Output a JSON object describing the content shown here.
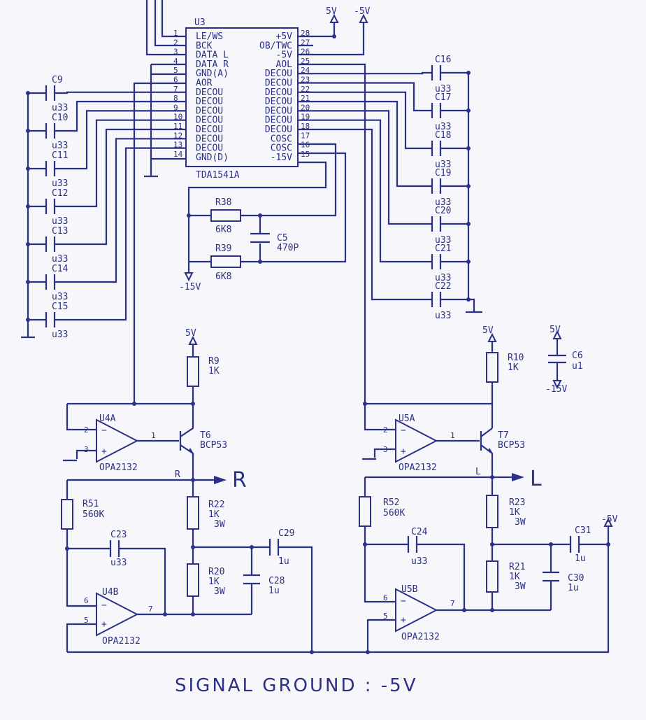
{
  "ic_u3": {
    "ref": "U3",
    "part": "TDA1541A",
    "left_pins": [
      {
        "num": "1",
        "name": "LE/WS"
      },
      {
        "num": "2",
        "name": "BCK"
      },
      {
        "num": "3",
        "name": "DATA L"
      },
      {
        "num": "4",
        "name": "DATA R"
      },
      {
        "num": "5",
        "name": "GND(A)"
      },
      {
        "num": "6",
        "name": "AOR"
      },
      {
        "num": "7",
        "name": "DECOU"
      },
      {
        "num": "8",
        "name": "DECOU"
      },
      {
        "num": "9",
        "name": "DECOU"
      },
      {
        "num": "10",
        "name": "DECOU"
      },
      {
        "num": "11",
        "name": "DECOU"
      },
      {
        "num": "12",
        "name": "DECOU"
      },
      {
        "num": "13",
        "name": "DECOU"
      },
      {
        "num": "14",
        "name": "GND(D)"
      }
    ],
    "right_pins": [
      {
        "num": "28",
        "name": "+5V"
      },
      {
        "num": "27",
        "name": "OB/TWC"
      },
      {
        "num": "26",
        "name": "-5V"
      },
      {
        "num": "25",
        "name": "AOL"
      },
      {
        "num": "24",
        "name": "DECOU"
      },
      {
        "num": "23",
        "name": "DECOU"
      },
      {
        "num": "22",
        "name": "DECOU"
      },
      {
        "num": "21",
        "name": "DECOU"
      },
      {
        "num": "20",
        "name": "DECOU"
      },
      {
        "num": "19",
        "name": "DECOU"
      },
      {
        "num": "18",
        "name": "DECOU"
      },
      {
        "num": "17",
        "name": "COSC"
      },
      {
        "num": "16",
        "name": "COSC"
      },
      {
        "num": "15",
        "name": "-15V"
      }
    ]
  },
  "caps_left": [
    {
      "ref": "C9",
      "value": "u33"
    },
    {
      "ref": "C10",
      "value": "u33"
    },
    {
      "ref": "C11",
      "value": "u33"
    },
    {
      "ref": "C12",
      "value": "u33"
    },
    {
      "ref": "C13",
      "value": "u33"
    },
    {
      "ref": "C14",
      "value": "u33"
    },
    {
      "ref": "C15",
      "value": "u33"
    }
  ],
  "caps_right": [
    {
      "ref": "C16",
      "value": "u33"
    },
    {
      "ref": "C17",
      "value": "u33"
    },
    {
      "ref": "C18",
      "value": "u33"
    },
    {
      "ref": "C19",
      "value": "u33"
    },
    {
      "ref": "C20",
      "value": "u33"
    },
    {
      "ref": "C21",
      "value": "u33"
    },
    {
      "ref": "C22",
      "value": "u33"
    }
  ],
  "osc": {
    "r38": {
      "ref": "R38",
      "value": "6K8"
    },
    "r39": {
      "ref": "R39",
      "value": "6K8"
    },
    "c5": {
      "ref": "C5",
      "value": "470P"
    },
    "supply": "-15V"
  },
  "decoupling": {
    "ref": "C6",
    "value": "u1",
    "top": "5V",
    "bottom": "-15V"
  },
  "supplies": {
    "p5": "5V",
    "m5": "-5V",
    "p5_ic": "5V"
  },
  "left_channel_out": {
    "u4a": {
      "ref": "U4A",
      "part": "OPA2132",
      "pin_minus": "2",
      "pin_plus": "3",
      "pin_out": "1"
    },
    "t6": {
      "ref": "T6",
      "part": "BCP53"
    },
    "r9": {
      "ref": "R9",
      "value": "1K"
    },
    "r22": {
      "ref": "R22",
      "value": "1K",
      "power": "3W"
    },
    "r20": {
      "ref": "R20",
      "value": "1K",
      "power": "3W"
    },
    "r51": {
      "ref": "R51",
      "value": "560K"
    },
    "c23": {
      "ref": "C23",
      "value": "u33"
    },
    "c28": {
      "ref": "C28",
      "value": "1u"
    },
    "c29": {
      "ref": "C29",
      "value": "1u"
    },
    "u4b": {
      "ref": "U4B",
      "part": "OPA2132",
      "pin_minus": "6",
      "pin_plus": "5",
      "pin_out": "7"
    },
    "net_label": "R",
    "output": "R"
  },
  "right_channel_out": {
    "u5a": {
      "ref": "U5A",
      "part": "OPA2132",
      "pin_minus": "2",
      "pin_plus": "3",
      "pin_out": "1"
    },
    "t7": {
      "ref": "T7",
      "part": "BCP53"
    },
    "r10": {
      "ref": "R10",
      "value": "1K"
    },
    "r23": {
      "ref": "R23",
      "value": "1K",
      "power": "3W"
    },
    "r21": {
      "ref": "R21",
      "value": "1K",
      "power": "3W"
    },
    "r52": {
      "ref": "R52",
      "value": "560K"
    },
    "c24": {
      "ref": "C24",
      "value": "u33"
    },
    "c30": {
      "ref": "C30",
      "value": "1u"
    },
    "c31": {
      "ref": "C31",
      "value": "1u"
    },
    "u5b": {
      "ref": "U5B",
      "part": "OPA2132",
      "pin_minus": "6",
      "pin_plus": "5",
      "pin_out": "7"
    },
    "net_label": "L",
    "output": "L",
    "supply": "-5V"
  },
  "footer": "SIGNAL GROUND : -5V",
  "colors": {
    "ink": "#2a3187",
    "paper": "#f6f6fb"
  }
}
